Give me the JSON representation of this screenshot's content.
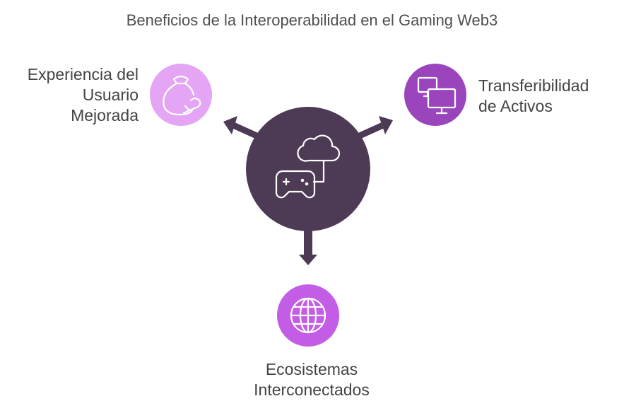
{
  "title": "Beneficios de la Interoperabilidad en el Gaming Web3",
  "center": {
    "icon": "cloud-gamepad-icon",
    "color": "#4d3a55"
  },
  "nodes": [
    {
      "label_lines": [
        "Experiencia del",
        "Usuario",
        "Mejorada"
      ],
      "icon": "money-bag-icon",
      "color": "#e4a6f4"
    },
    {
      "label_lines": [
        "Transferibilidad",
        "de Activos"
      ],
      "icon": "monitors-icon",
      "color": "#9b45bd"
    },
    {
      "label_lines": [
        "Ecosistemas",
        "Interconectados"
      ],
      "icon": "globe-icon",
      "color": "#c35de6"
    }
  ]
}
